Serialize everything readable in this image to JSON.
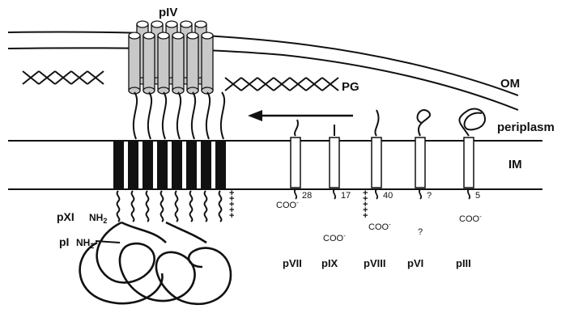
{
  "labels": {
    "piv": "pIV",
    "pg": "PG",
    "om": "OM",
    "periplasm": "periplasm",
    "im": "IM",
    "pxi": "pXI",
    "pi": "pI",
    "nh2": "NH",
    "nh2_sub": "2"
  },
  "proteins": [
    {
      "name": "pVII",
      "residues": "28",
      "terminus": "COO",
      "charge": "-"
    },
    {
      "name": "pIX",
      "residues": "17",
      "terminus": "COO",
      "charge": "-"
    },
    {
      "name": "pVIII",
      "residues": "40",
      "terminus": "COO",
      "charge": "-"
    },
    {
      "name": "pVI",
      "residues": "?",
      "terminus": "?",
      "charge": ""
    },
    {
      "name": "pIII",
      "residues": "5",
      "terminus": "COO",
      "charge": "-"
    }
  ],
  "charges": {
    "positive": "+"
  },
  "colors": {
    "ink": "#111111",
    "cylinder_fill": "#c8c8c8",
    "paper": "#ffffff"
  }
}
